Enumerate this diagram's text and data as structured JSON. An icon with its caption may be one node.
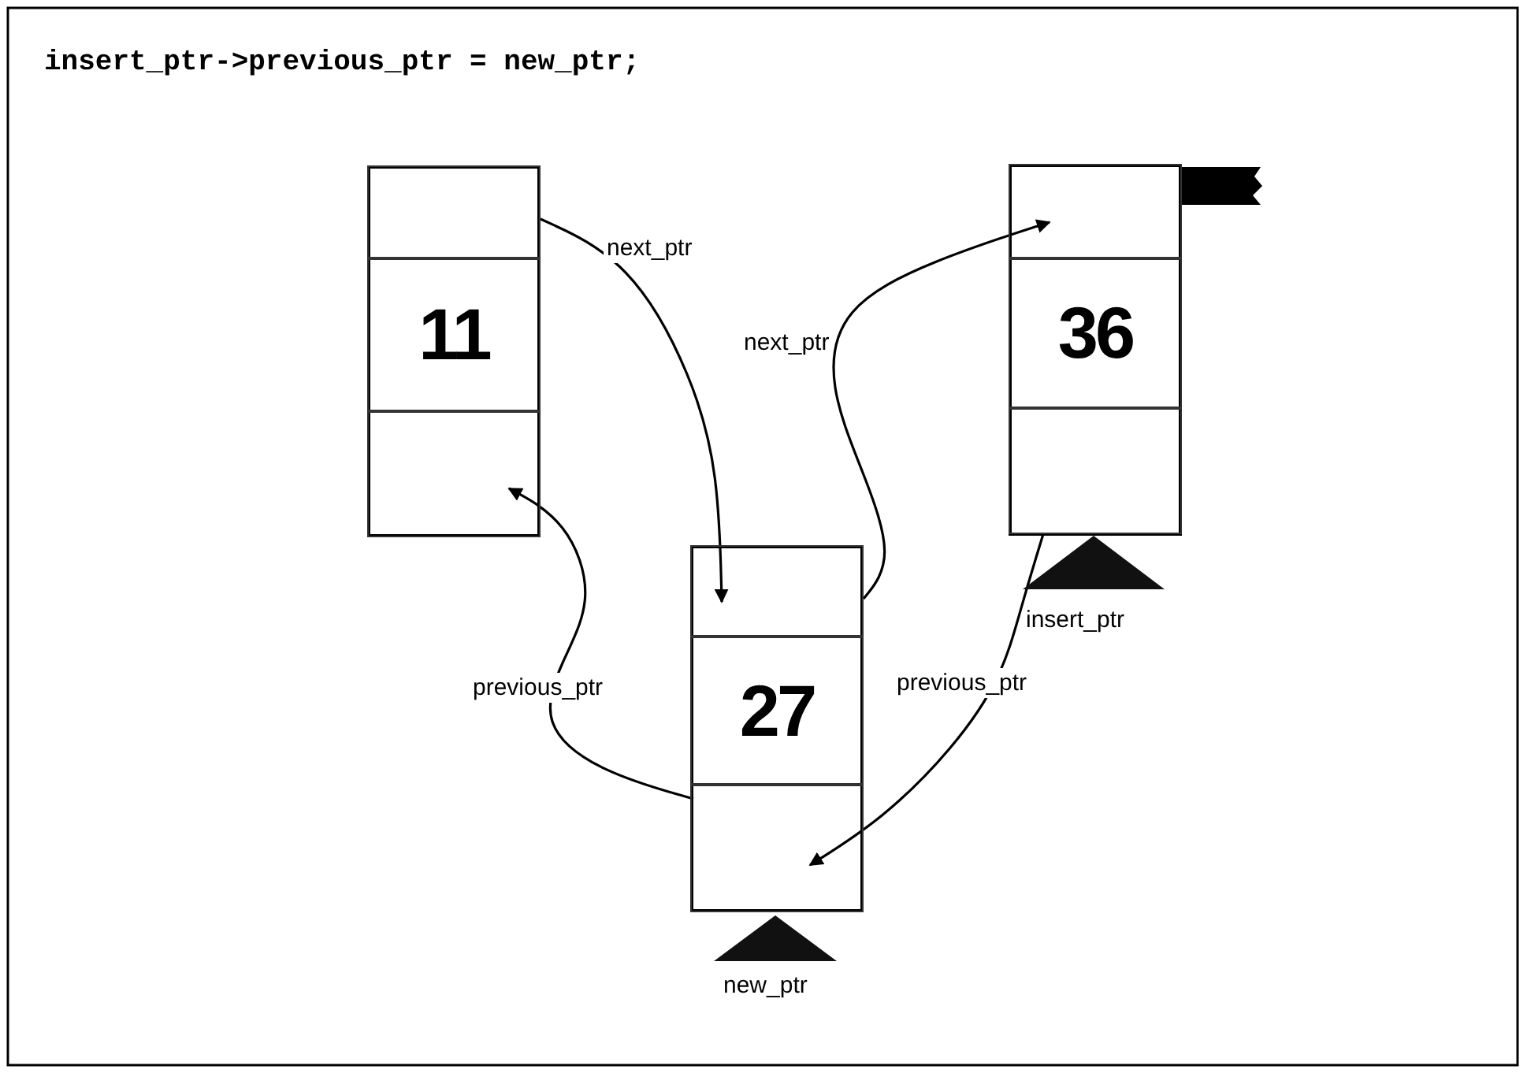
{
  "diagram": {
    "title": "insert_ptr->previous_ptr = new_ptr;",
    "nodes": [
      {
        "text": [],
        "shape": "box"
      },
      {
        "text": [],
        "shape": "box",
        "in": 0
      },
      {
        "text": [
          "11"
        ],
        "in": 0
      },
      {
        "text": [],
        "shape": "box",
        "in": 0
      },
      {
        "text": [],
        "shape": "box"
      },
      {
        "text": [],
        "shape": "box",
        "in": 4
      },
      {
        "text": [
          "27"
        ],
        "in": 4
      },
      {
        "text": [],
        "shape": "box",
        "in": 4
      },
      {
        "text": [],
        "shape": "box"
      },
      {
        "text": [],
        "shape": "box",
        "in": 8
      },
      {
        "text": [
          "36"
        ],
        "in": 8
      },
      {
        "text": [],
        "shape": "box",
        "in": 8
      },
      {
        "text": [],
        "shape": "triangle"
      },
      {
        "text": [],
        "shape": "triangle"
      }
    ],
    "edges": [
      {
        "from": 1,
        "to": 5,
        "arrow": "to",
        "label": "next_ptr"
      },
      {
        "from": 5,
        "to": 9,
        "arrow": "to",
        "label": "next_ptr"
      },
      {
        "from": 7,
        "to": 3,
        "arrow": "to",
        "label": "previous_ptr"
      },
      {
        "from": 11,
        "to": 7,
        "arrow": "to",
        "label": "previous_ptr"
      }
    ],
    "labels": [
      "insert_ptr",
      "new_ptr"
    ]
  }
}
